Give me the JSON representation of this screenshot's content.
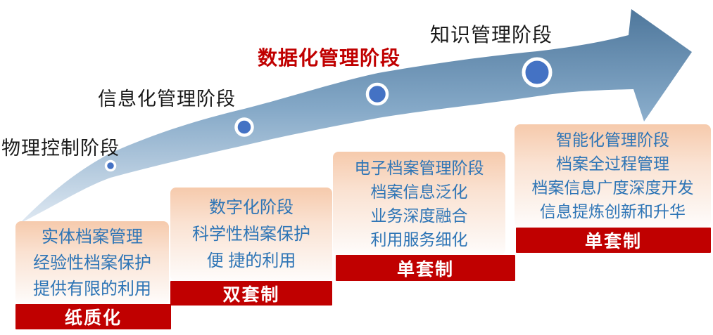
{
  "stages": [
    {
      "label": "物理控制阶段"
    },
    {
      "label": "信息化管理阶段"
    },
    {
      "label": "数据化管理阶段"
    },
    {
      "label": "知识管理阶段"
    }
  ],
  "boxes": [
    {
      "lines": [
        "实体档案管理",
        "经验性档案保护",
        "提供有限的利用"
      ],
      "banner": "纸质化"
    },
    {
      "lines": [
        "数字化阶段",
        "科学性档案保护",
        "便 捷的利用"
      ],
      "banner": "双套制"
    },
    {
      "lines": [
        "电子档案管理阶段",
        "档案信息泛化",
        "业务深度融合",
        "利用服务细化"
      ],
      "banner": "单套制"
    },
    {
      "lines": [
        "智能化管理阶段",
        "档案全过程管理",
        "档案信息广度深度开发",
        "信息提炼创新和升华"
      ],
      "banner": "单套制"
    }
  ],
  "colors": {
    "banner_red": "#C00000",
    "box_text_blue": "#2E75B6",
    "box_grad_top": "#F6CAAC",
    "dot_blue": "#4472C4",
    "arrow_dark": "#4B7499",
    "arrow_mid": "#84A8C7",
    "arrow_light": "#CDDCEA",
    "arrow_lightest": "#E9EFF6",
    "label_black": "#1A1A1A"
  }
}
